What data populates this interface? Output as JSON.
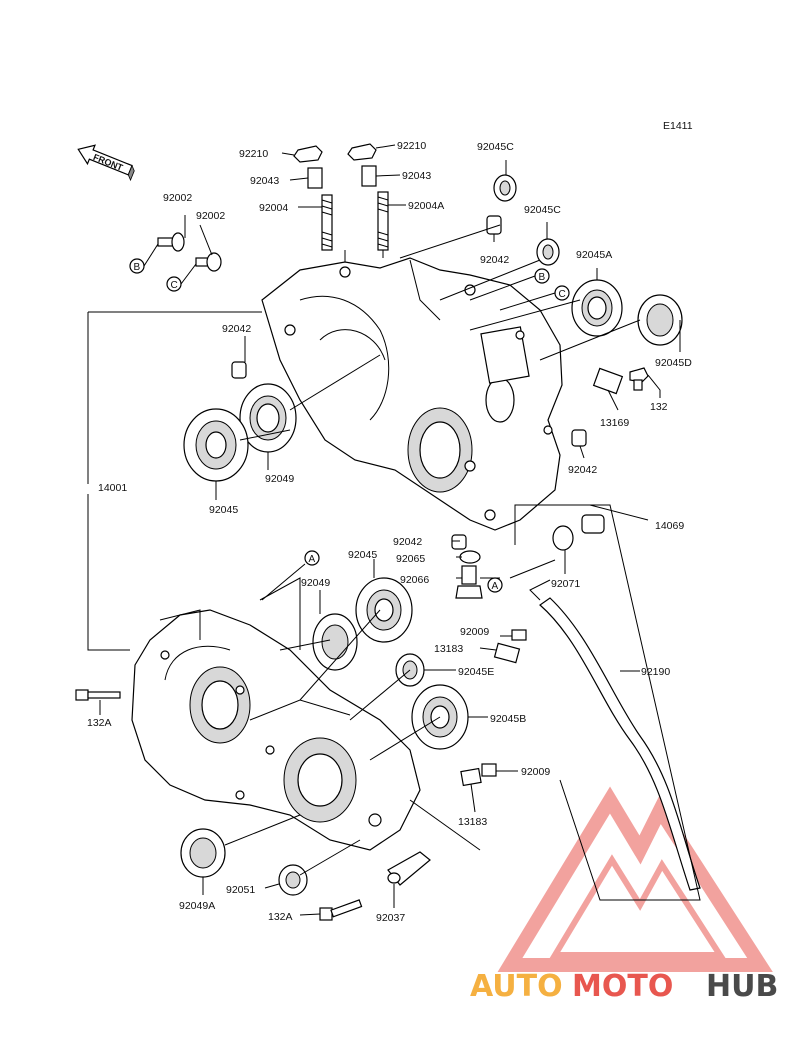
{
  "diagram_code": "E1411",
  "front_arrow_text": "FRONT",
  "labels": {
    "l92210a": "92210",
    "l92210b": "92210",
    "l92045C_top": "92045C",
    "l92043a": "92043",
    "l92043b": "92043",
    "l92004": "92004",
    "l92004A": "92004A",
    "l92002a": "92002",
    "l92002b": "92002",
    "l92042_top": "92042",
    "l92045C_mid": "92045C",
    "l92045A": "92045A",
    "l92042_left": "92042",
    "l92045D": "92045D",
    "l132_right": "132",
    "l13169": "13169",
    "l92049_top": "92049",
    "l92042_right": "92042",
    "l92045_left": "92045",
    "l14001": "14001",
    "l92042_center": "92042",
    "l14069": "14069",
    "l92065": "92065",
    "l92066": "92066",
    "l92071": "92071",
    "l92045_mid": "92045",
    "l92049_mid": "92049",
    "l92009_top": "92009",
    "l13183_top": "13183",
    "l92045E": "92045E",
    "l92190": "92190",
    "l132A_left": "132A",
    "l92045B": "92045B",
    "l92009_bottom": "92009",
    "l13183_bottom": "13183",
    "l92049A": "92049A",
    "l92051": "92051",
    "l132A_bottom": "132A",
    "l92037": "92037"
  },
  "callouts": {
    "B_left": "B",
    "C_left": "C",
    "B_right": "B",
    "C_right": "C",
    "A_mid": "A",
    "A_lower": "A"
  },
  "watermark": {
    "part1": "AUTO",
    "part2": "MOTO",
    "part3": "HUB",
    "color1": "#f5b041",
    "color2": "#e8574f",
    "color3": "#4a4a4a",
    "logo_color": "#e8574f"
  }
}
